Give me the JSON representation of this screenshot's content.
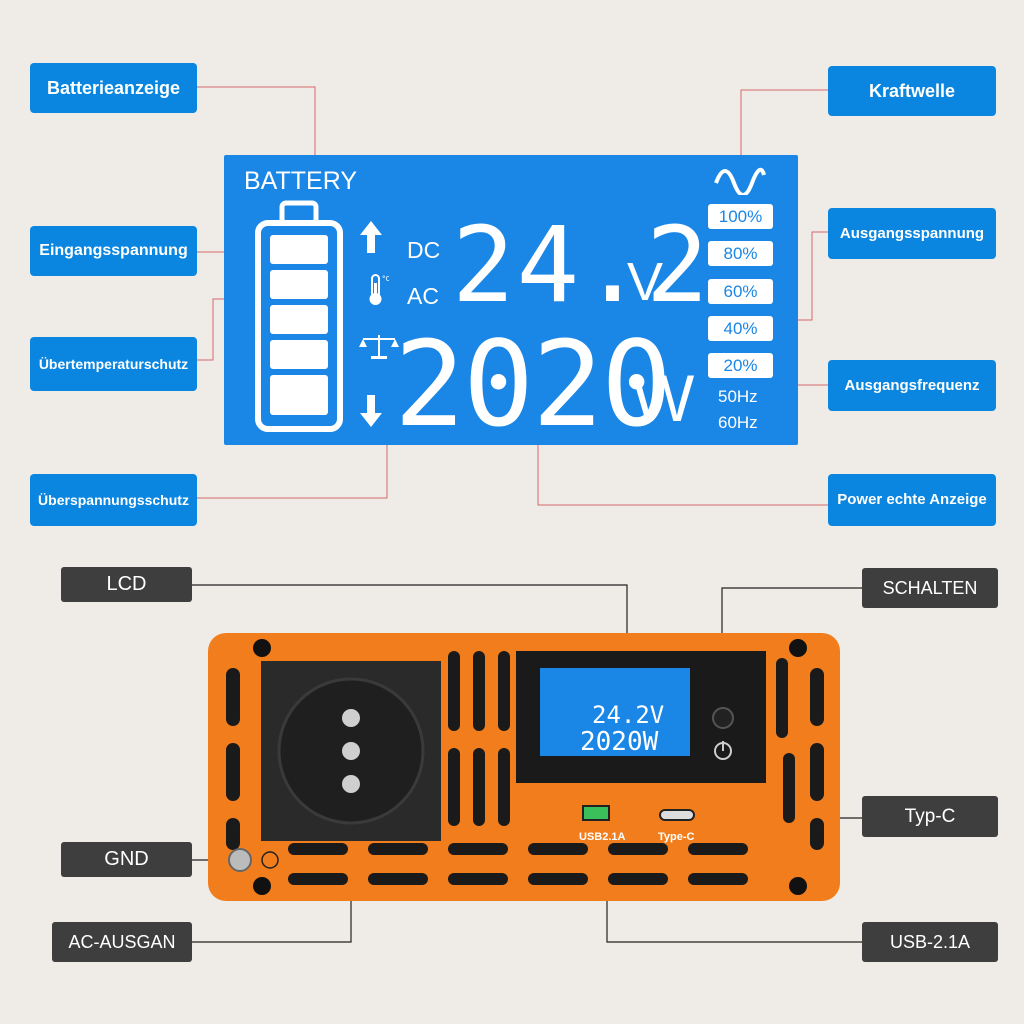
{
  "labels": {
    "battery": "Batterieanzeige",
    "input_voltage": "Eingangsspannung",
    "overtemp": "Übertemperaturschutz",
    "overvoltage": "Überspannungsschutz",
    "waveform": "Kraftwelle",
    "output_voltage": "Ausgangsspannung",
    "output_freq": "Ausgangsfrequenz",
    "power_display": "Power echte Anzeige"
  },
  "lcd": {
    "battery_title": "BATTERY",
    "dc": "DC",
    "ac": "AC",
    "voltage": "24.2",
    "voltage_unit": "V",
    "power": "2020",
    "power_unit": "W",
    "levels": [
      "100%",
      "80%",
      "60%",
      "40%",
      "20%"
    ],
    "freq": [
      "50Hz",
      "60Hz"
    ]
  },
  "device_labels": {
    "lcd": "LCD",
    "switch": "SCHALTEN",
    "typec": "Typ-C",
    "gnd": "GND",
    "ac_out": "AC-AUSGAN",
    "usb": "USB-2.1A"
  },
  "device_text": {
    "usb_port": "USB2.1A",
    "typec_port": "Type-C"
  },
  "colors": {
    "label_blue": "#0a86e0",
    "lcd_blue": "#1a86e6",
    "device_orange": "#f27d1c",
    "dark_label": "#3e3e3e",
    "leader_red": "#d9534f"
  }
}
